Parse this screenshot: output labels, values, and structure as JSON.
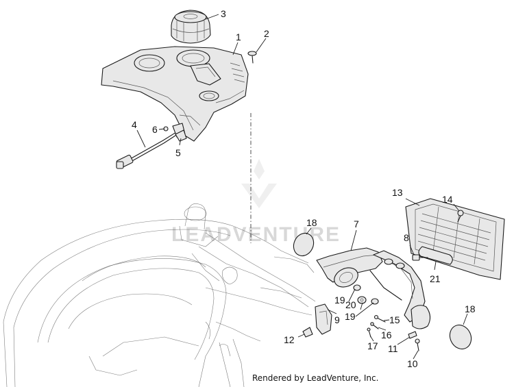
{
  "watermark": "LEADVENTURE",
  "credit": "Rendered by LeadVenture, Inc.",
  "callouts": [
    "1",
    "2",
    "3",
    "4",
    "5",
    "6",
    "7",
    "8",
    "9",
    "10",
    "11",
    "12",
    "13",
    "14",
    "15",
    "16",
    "17",
    "18",
    "18",
    "19",
    "19",
    "20",
    "21"
  ],
  "colors": {
    "line": "#1a1a1a",
    "part_fill": "#e8e8e8",
    "watermark": "#d8d8d8"
  }
}
